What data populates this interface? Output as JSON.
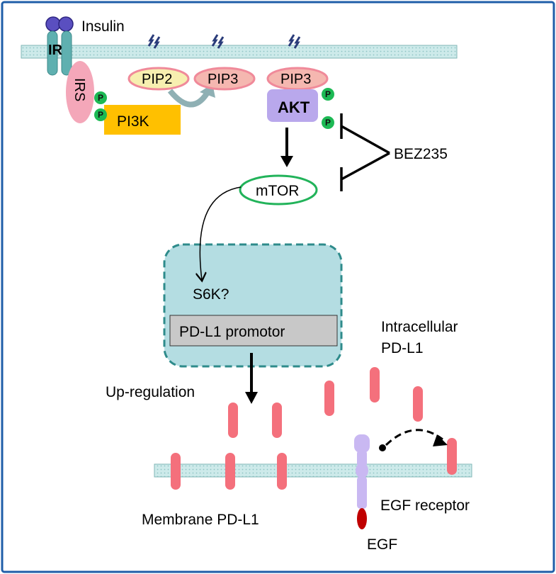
{
  "labels": {
    "insulin": "Insulin",
    "ir": "IR",
    "irs": "IRS",
    "pip2": "PIP2",
    "pip3_a": "PIP3",
    "pip3_b": "PIP3",
    "pi3k": "PI3K",
    "akt": "AKT",
    "bez235": "BEZ235",
    "mtor": "mTOR",
    "s6k": "S6K?",
    "pdl1_promotor": "PD-L1 promotor",
    "up_regulation": "Up-regulation",
    "intracellular_pdl1_line1": "Intracellular",
    "intracellular_pdl1_line2": "PD-L1",
    "membrane_pdl1": "Membrane PD-L1",
    "egf_receptor": "EGF receptor",
    "egf": "EGF"
  },
  "phospho": {
    "label": "P"
  },
  "colors": {
    "frame": "#1f5ea8",
    "membrane_fill": "#cdeaea",
    "membrane_stroke": "#7fb6b6",
    "ir": "#5fb0b0",
    "insulin": "#4a3fa8",
    "irs": "#f4a7b9",
    "pip2_fill": "#f7efb0",
    "pip3_fill": "#f5b7b0",
    "pip_stroke": "#f08a9a",
    "pi3k": "#ffc000",
    "akt": "#b9a8ec",
    "phospho": "#1db954",
    "mtor_stroke": "#22b35a",
    "nucleus_fill": "#b4dde2",
    "nucleus_stroke": "#2e8b8b",
    "promotor_fill": "#c8c8c8",
    "pdl1": "#f4707c",
    "egfr": "#c9b8f2",
    "egf": "#c00000",
    "lipid_bolt": "#2a3c7a"
  }
}
